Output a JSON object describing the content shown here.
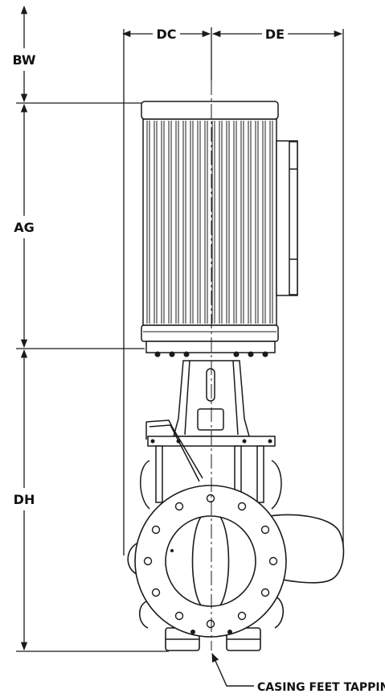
{
  "dimensions": {
    "bw": "BW",
    "ag": "AG",
    "dh": "DH",
    "dc": "DC",
    "de": "DE"
  },
  "callout": {
    "casing_feet": "CASING FEET TAPPING"
  },
  "colors": {
    "line": "#1a1a1a",
    "paper": "#ffffff"
  }
}
